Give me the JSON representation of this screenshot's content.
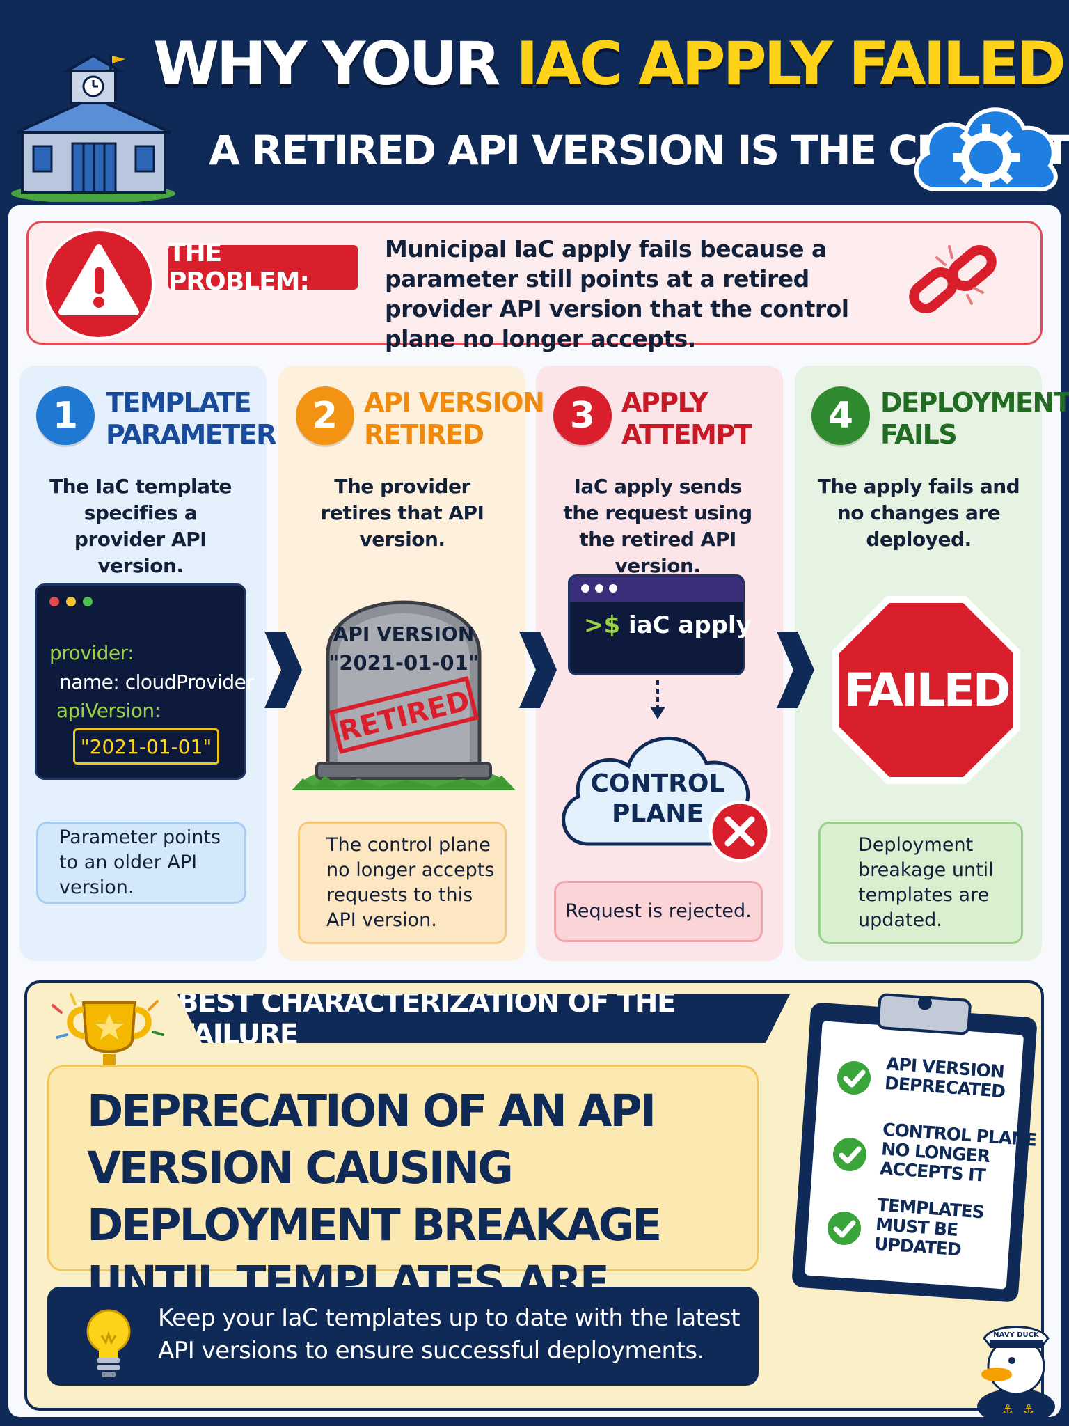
{
  "header": {
    "title_main": "WHY YOUR ",
    "title_highlight": "IAC APPLY FAILED",
    "subtitle": "A RETIRED API VERSION IS THE CULPRIT"
  },
  "problem": {
    "label": "THE PROBLEM:",
    "text": "Municipal IaC apply fails because a parameter still points at a retired provider API version that the control plane no longer accepts."
  },
  "steps": [
    {
      "number": "1",
      "title_line1": "TEMPLATE",
      "title_line2": "PARAMETER",
      "description": "The IaC template specifies a provider API version.",
      "note": "Parameter points to an older API version.",
      "color": "#1f78d1"
    },
    {
      "number": "2",
      "title_line1": "API VERSION",
      "title_line2": "RETIRED",
      "description": "The provider retires that API version.",
      "note": "The control plane no longer accepts requests to this API version.",
      "color": "#f39314"
    },
    {
      "number": "3",
      "title_line1": "APPLY",
      "title_line2": "ATTEMPT",
      "description": "IaC apply sends the request using the retired API version.",
      "note": "Request is rejected.",
      "color": "#d91f2b"
    },
    {
      "number": "4",
      "title_line1": "DEPLOYMENT",
      "title_line2": "FAILS",
      "description": "The apply fails and no changes are deployed.",
      "note": "Deployment breakage until templates are updated.",
      "color": "#2f8a2f"
    }
  ],
  "code": {
    "line1": "provider:",
    "line2": "name: cloudProvider",
    "line3": "apiVersion:",
    "value": "\"2021-01-01\""
  },
  "tombstone": {
    "line1": "API VERSION",
    "line2": "\"2021-01-01\"",
    "stamp": "RETIRED"
  },
  "terminal": {
    "prompt": ">$",
    "command": " iaC apply"
  },
  "cloud": {
    "line1": "CONTROL",
    "line2": "PLANE"
  },
  "stop_sign": {
    "text": "FAILED"
  },
  "bottom": {
    "banner": "BEST CHARACTERIZATION OF THE FAILURE",
    "answer": "DEPRECATION OF AN API VERSION CAUSING DEPLOYMENT BREAKAGE UNTIL TEMPLATES ARE UPDATED.",
    "tip": "Keep your IaC templates up to date with the latest API versions to ensure successful deployments."
  },
  "checklist": [
    {
      "line1": "API VERSION",
      "line2": "DEPRECATED",
      "line3": ""
    },
    {
      "line1": "CONTROL PLANE",
      "line2": "NO LONGER",
      "line3": "ACCEPTS IT"
    },
    {
      "line1": "TEMPLATES",
      "line2": "MUST BE",
      "line3": "UPDATED"
    }
  ],
  "mascot": {
    "hat_text": "NAVY DUCK"
  },
  "colors": {
    "navy": "#0f2a57",
    "yellow": "#ffd21a",
    "red": "#d91f2b",
    "green": "#2f8a2f",
    "blue": "#1f78d1",
    "orange": "#f39314"
  }
}
